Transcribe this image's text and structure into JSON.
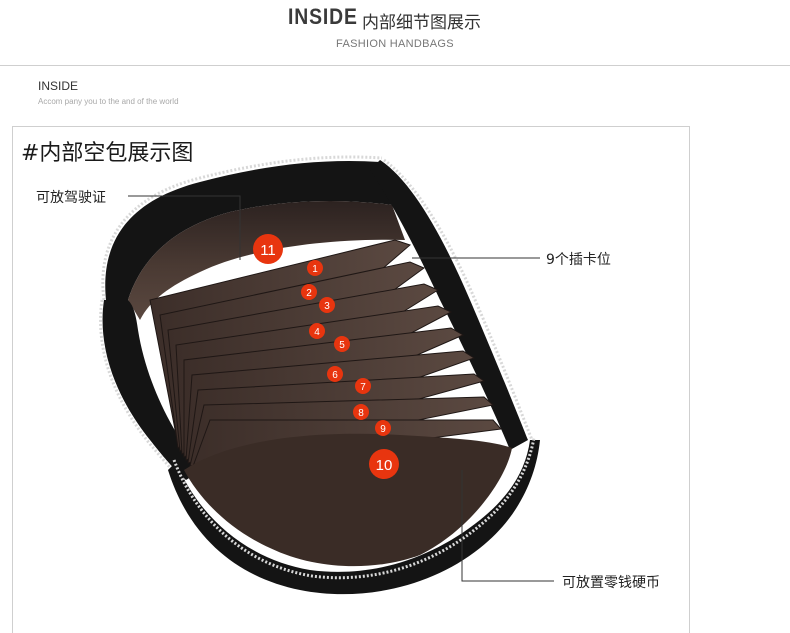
{
  "header": {
    "title_en": "INSIDE",
    "title_cn": "内部细节图展示",
    "subtitle": "FASHION HANDBAGS"
  },
  "section": {
    "title": "INSIDE",
    "subtitle": "Accom pany you to the and of the world"
  },
  "panel": {
    "title": "#内部空包展示图"
  },
  "callouts": {
    "license": "可放驾驶证",
    "card_slots": "9个插卡位",
    "coins": "可放置零钱硬币"
  },
  "markers": [
    "11",
    "1",
    "2",
    "3",
    "4",
    "5",
    "6",
    "7",
    "8",
    "9",
    "10"
  ],
  "colors": {
    "marker": "#e8350f",
    "wallet_shell": "#141414",
    "lining": "#3a2c26",
    "zipper": "#d8d8d8"
  }
}
